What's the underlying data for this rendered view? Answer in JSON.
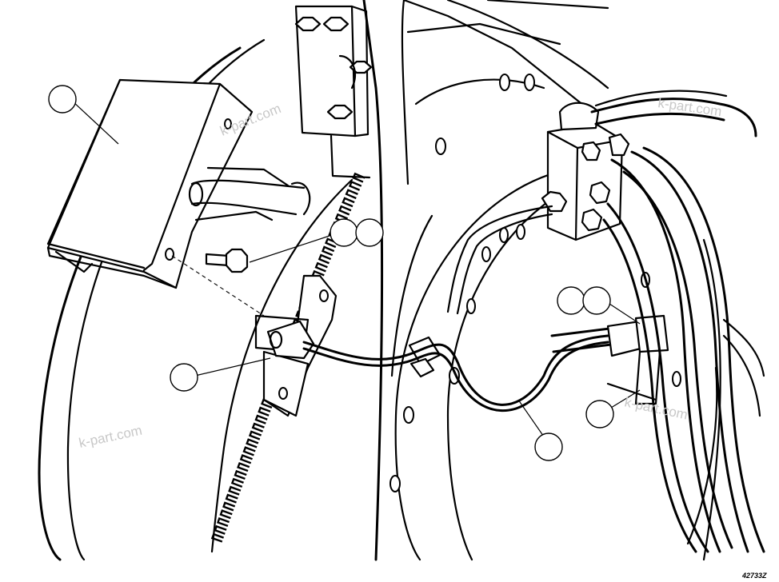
{
  "watermarks": [
    "k-part.com",
    "k-part.com",
    "k-part.com",
    "k-part.com"
  ],
  "figure_number": "42733Z",
  "callouts": [
    "",
    "",
    "",
    "",
    "",
    "",
    "",
    "",
    ""
  ]
}
